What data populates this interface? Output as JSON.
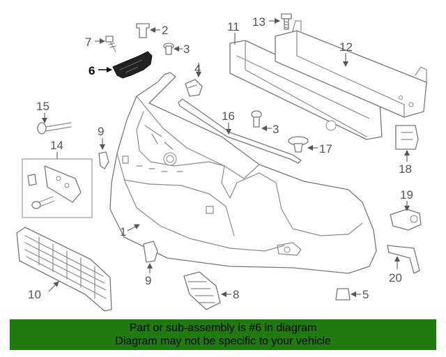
{
  "diagram": {
    "selected_callout": "6",
    "accent_color": "#1f7a10",
    "callouts": {
      "c1": "1",
      "c2": "2",
      "c3a": "3",
      "c3b": "3",
      "c4": "4",
      "c5": "5",
      "c6": "6",
      "c7": "7",
      "c8": "8",
      "c9a": "9",
      "c9b": "9",
      "c10": "10",
      "c11": "11",
      "c12": "12",
      "c13": "13",
      "c14": "14",
      "c15": "15",
      "c16": "16",
      "c17": "17",
      "c18": "18",
      "c19": "19",
      "c20": "20"
    }
  },
  "notice": {
    "line1": "Part or sub-assembly is #6 in diagram",
    "line2": "Diagram may not be specific to your vehicle"
  }
}
